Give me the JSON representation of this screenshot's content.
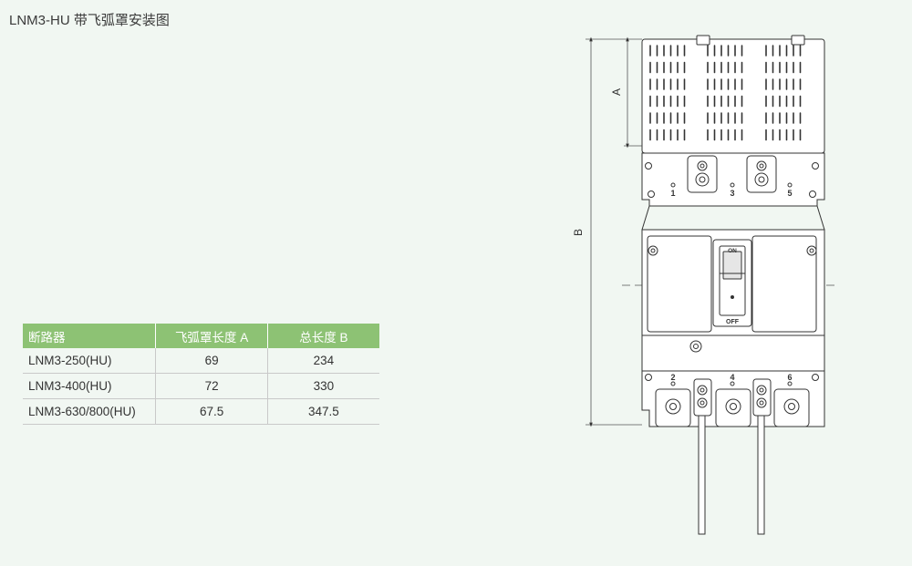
{
  "title": "LNM3-HU 带飞弧罩安装图",
  "table": {
    "headers": [
      "断路器",
      "飞弧罩长度 A",
      "总长度 B"
    ],
    "rows": [
      [
        "LNM3-250(HU)",
        "69",
        "234"
      ],
      [
        "LNM3-400(HU)",
        "72",
        "330"
      ],
      [
        "LNM3-630/800(HU)",
        "67.5",
        "347.5"
      ]
    ]
  },
  "drawing": {
    "dim_a_label": "A",
    "dim_b_label": "B",
    "toggle_on": "ON",
    "toggle_off": "OFF",
    "top_terminals": [
      "1",
      "3",
      "5"
    ],
    "bottom_terminals": [
      "2",
      "4",
      "6"
    ]
  },
  "colors": {
    "background": "#f1f7f2",
    "header_green": "#8dc274",
    "line": "#333333"
  }
}
